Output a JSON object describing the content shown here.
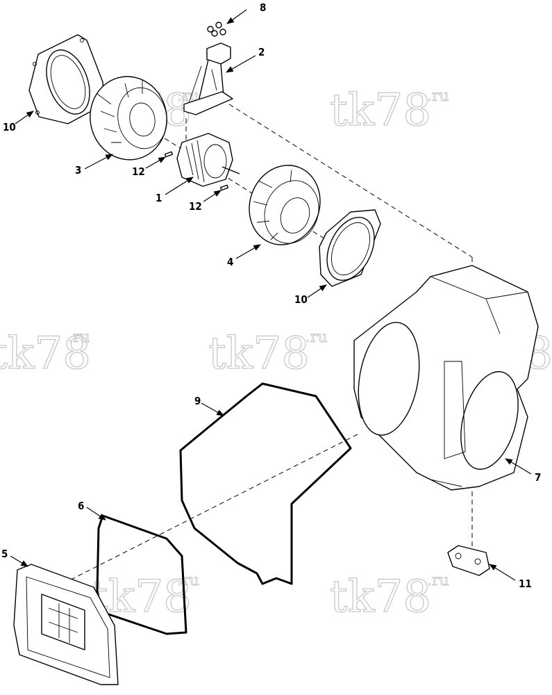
{
  "callouts": {
    "c1": "1",
    "c2": "2",
    "c3": "3",
    "c4": "4",
    "c5": "5",
    "c6": "6",
    "c7": "7",
    "c8": "8",
    "c9": "9",
    "c10a": "10",
    "c10b": "10",
    "c11": "11",
    "c12a": "12",
    "c12b": "12"
  },
  "watermark": {
    "main": "tk78",
    "sup": ".ru"
  },
  "colors": {
    "line": "#000000",
    "watermark": "#c8c8c8",
    "background": "#ffffff"
  }
}
